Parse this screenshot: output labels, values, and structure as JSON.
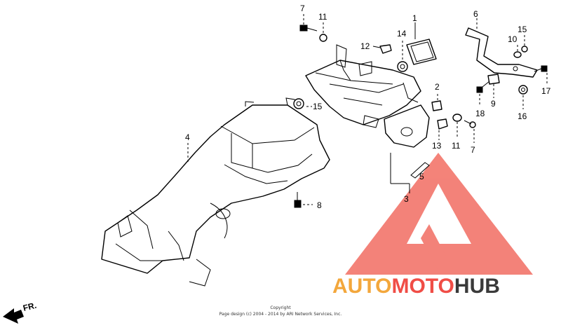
{
  "diagram": {
    "callouts": {
      "c1": "1",
      "c2": "2",
      "c3": "3",
      "c4": "4",
      "c5": "5",
      "c6": "6",
      "c7a": "7",
      "c7b": "7",
      "c8": "8",
      "c9": "9",
      "c10": "10",
      "c11a": "11",
      "c11b": "11",
      "c12": "12",
      "c13": "13",
      "c14": "14",
      "c15a": "15",
      "c15b": "15",
      "c16": "16",
      "c17": "17",
      "c18": "18"
    },
    "direction_marker": "FR.",
    "copyright_line1": "Copyright",
    "copyright_line2": "Page design (c) 2004 - 2014 by ARI Network Services, Inc."
  },
  "watermark": {
    "brand_part1": "AUTO",
    "brand_part2": "MOTO",
    "brand_part3": "HUB",
    "colors": {
      "orange": "#f3a73c",
      "red": "#f04d46",
      "dark": "#3a3a3a",
      "triangle": "#f26d62"
    }
  }
}
